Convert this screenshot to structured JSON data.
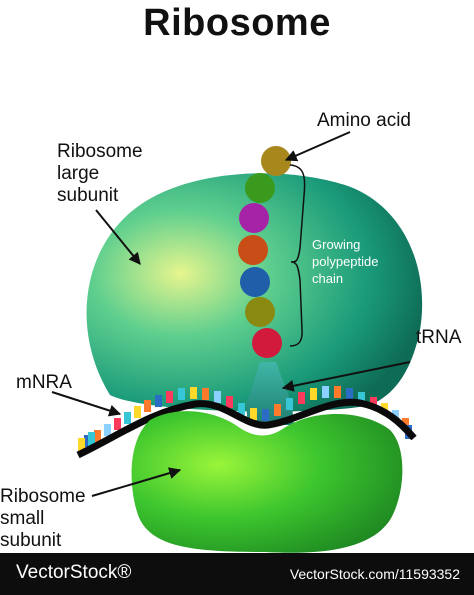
{
  "title": "Ribosome",
  "labels": {
    "amino_acid": "Amino acid",
    "large_subunit": [
      "Ribosome",
      "large",
      "subunit"
    ],
    "growing_chain": [
      "Growing",
      "polypeptide",
      "chain"
    ],
    "trna": "tRNA",
    "mrna": "mNRA",
    "small_subunit": [
      "Ribosome",
      "small",
      "subunit"
    ]
  },
  "footer": {
    "brand": "VectorStock®",
    "ref": "VectorStock.com/11593352"
  },
  "colors": {
    "large_subunit": "#1d9a7a",
    "small_subunit": "#2ebd2e",
    "trna": "#2a9d8f",
    "amino_acids": [
      "#a8871c",
      "#3a9a1e",
      "#a622a6",
      "#c94d16",
      "#1f5ea8",
      "#8a8a12",
      "#d11a3c"
    ]
  }
}
